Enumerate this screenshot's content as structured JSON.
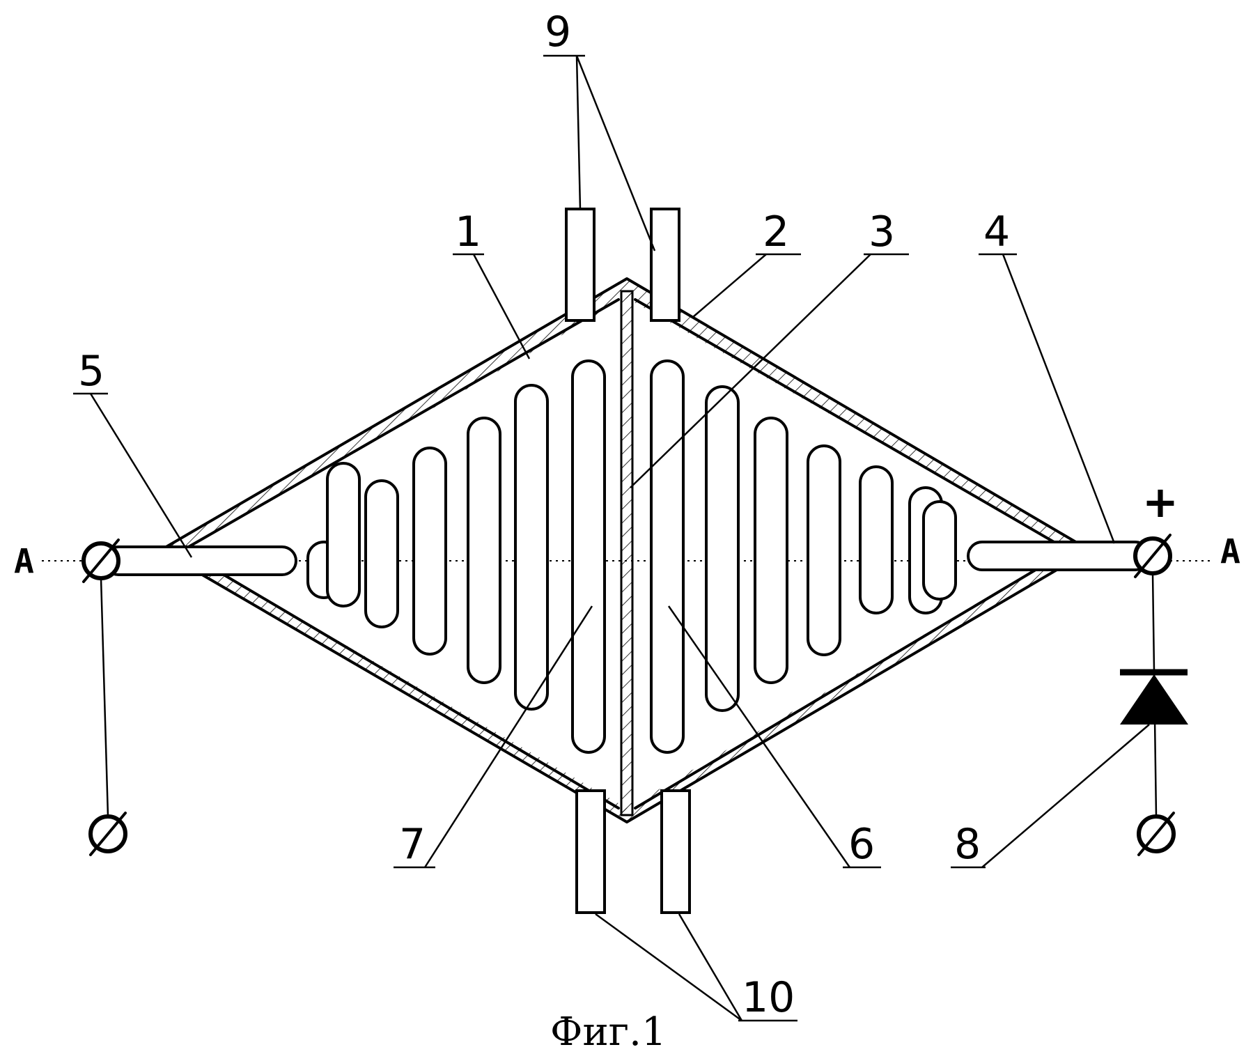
{
  "figure": {
    "caption": "Фиг.1",
    "axis_left_label": "A",
    "axis_right_label": "A",
    "polarity_plus": "+",
    "callouts": {
      "c1": "1",
      "c2": "2",
      "c3": "3",
      "c4": "4",
      "c5": "5",
      "c6": "6",
      "c7": "7",
      "c8": "8",
      "c9": "9",
      "c10": "10"
    }
  }
}
